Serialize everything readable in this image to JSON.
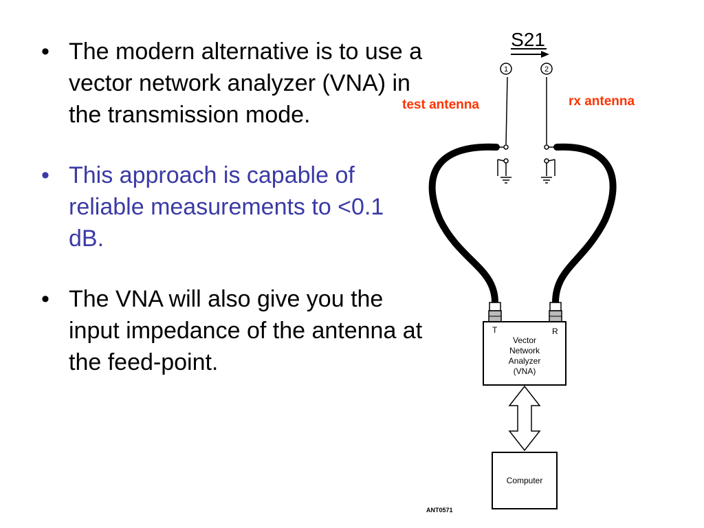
{
  "bullet_glyph": "•",
  "bullets": [
    {
      "text": "The modern alternative is to use a vector network analyzer (VNA) in the transmission mode.",
      "color": "#000000"
    },
    {
      "text": "This approach is capable of reliable measurements to <0.1 dB.",
      "color": "#3a3aa6"
    },
    {
      "text": "The VNA will also give you the input impedance of the antenna at the feed-point.",
      "color": "#000000"
    }
  ],
  "diagram": {
    "s21_label": "S21",
    "test_antenna_label": "test antenna",
    "rx_antenna_label": "rx antenna",
    "label_color": "#ff3300",
    "port1": "1",
    "port2": "2",
    "vna_t": "T",
    "vna_r": "R",
    "vna_lines": [
      "Vector",
      "Network",
      "Analyzer",
      "(VNA)"
    ],
    "computer_label": "Computer",
    "figure_code": "ANT0571"
  }
}
